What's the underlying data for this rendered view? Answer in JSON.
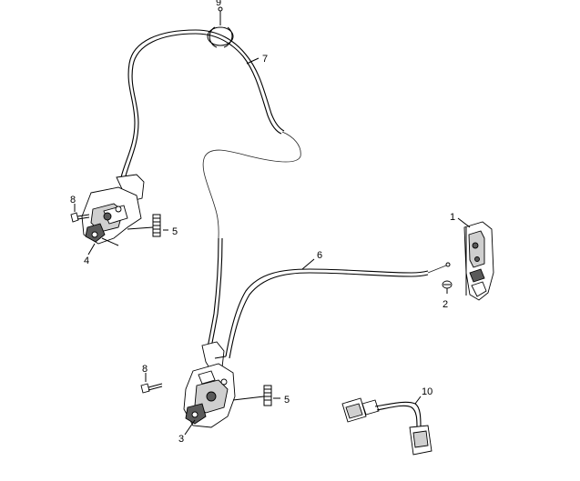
{
  "diagram": {
    "callouts": [
      {
        "id": "c1",
        "label": "1"
      },
      {
        "id": "c2",
        "label": "2"
      },
      {
        "id": "c3",
        "label": "3"
      },
      {
        "id": "c4",
        "label": "4"
      },
      {
        "id": "c5a",
        "label": "5"
      },
      {
        "id": "c5b",
        "label": "5"
      },
      {
        "id": "c6",
        "label": "6"
      },
      {
        "id": "c7",
        "label": "7"
      },
      {
        "id": "c8a",
        "label": "8"
      },
      {
        "id": "c8b",
        "label": "8"
      },
      {
        "id": "c9",
        "label": "9"
      },
      {
        "id": "c10",
        "label": "10"
      }
    ]
  }
}
